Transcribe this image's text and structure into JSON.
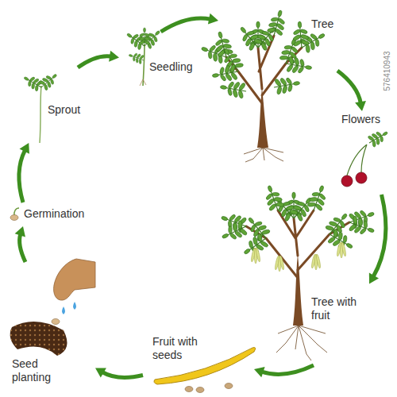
{
  "diagram": {
    "nodes": [
      {
        "text": [
          "Seedling"
        ]
      },
      {
        "text": [
          "Tree"
        ]
      },
      {
        "text": [
          "Flowers"
        ]
      },
      {
        "text": [
          "Tree with fruit"
        ]
      },
      {
        "text": [
          "Fruit with seeds"
        ]
      },
      {
        "text": [
          "Seed planting"
        ]
      },
      {
        "text": [
          "Germination"
        ]
      },
      {
        "text": [
          "Sprout"
        ]
      }
    ],
    "edges": [
      {
        "from": 0,
        "to": 1,
        "arrow": "to"
      },
      {
        "from": 1,
        "to": 2,
        "arrow": "to"
      },
      {
        "from": 2,
        "to": 3,
        "arrow": "to"
      },
      {
        "from": 3,
        "to": 4,
        "arrow": "to"
      },
      {
        "from": 4,
        "to": 5,
        "arrow": "to"
      },
      {
        "from": 5,
        "to": 6,
        "arrow": "to"
      },
      {
        "from": 6,
        "to": 7,
        "arrow": "to"
      },
      {
        "from": 7,
        "to": 0,
        "arrow": "to"
      }
    ],
    "labels": [
      "576410943"
    ]
  }
}
